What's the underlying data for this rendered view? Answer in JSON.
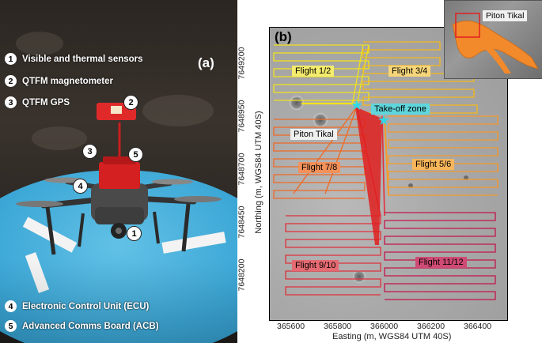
{
  "panel_a": {
    "label": "(a)",
    "legend_top": [
      {
        "num": "1",
        "text": "Visible and thermal sensors"
      },
      {
        "num": "2",
        "text": "QTFM magnetometer"
      },
      {
        "num": "3",
        "text": "QTFM GPS"
      }
    ],
    "legend_bottom": [
      {
        "num": "4",
        "text": "Electronic Control Unit (ECU)"
      },
      {
        "num": "5",
        "text": "Advanced Comms Board (ACB)"
      }
    ],
    "callouts": [
      "1",
      "2",
      "3",
      "4",
      "5"
    ]
  },
  "panel_b": {
    "label": "(b)",
    "xlabel": "Easting (m, WGS84 UTM 40S)",
    "ylabel": "Northing (m, WGS84 UTM 40S)",
    "x_ticks": [
      "365600",
      "365800",
      "366000",
      "366200",
      "366400"
    ],
    "y_ticks": [
      "7649200",
      "7648950",
      "7648700",
      "7648450",
      "7648200"
    ],
    "labels": {
      "f12": "Flight 1/2",
      "f34": "Flight 3/4",
      "takeoff": "Take-off zone",
      "piton": "Piton Tikal",
      "f78": "Flight 7/8",
      "f56": "Flight 5/6",
      "f910": "Flight 9/10",
      "f1112": "Flight 11/12"
    },
    "inset_label": "Piton Tikal",
    "colors": {
      "f12": "#f2e21a",
      "f34": "#f5b818",
      "f56": "#f59a2a",
      "f78": "#ef6a25",
      "f910": "#e0303a",
      "f1112": "#c4154a",
      "takeoff_star": "#2ed8e8",
      "takeoff_bg": "#5fd6dc"
    }
  }
}
